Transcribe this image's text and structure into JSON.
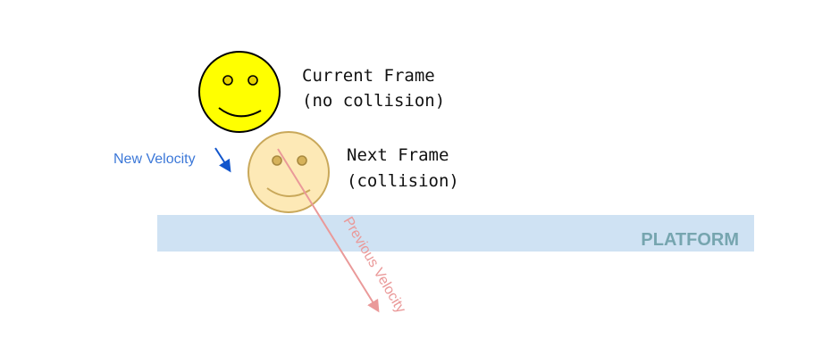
{
  "labels": {
    "current_frame_line1": "Current Frame",
    "current_frame_line2": "(no collision)",
    "next_frame_line1": "Next Frame",
    "next_frame_line2": "(collision)",
    "new_velocity": "New Velocity",
    "previous_velocity": "Previous Velocity",
    "platform": "PLATFORM"
  },
  "icons": {
    "current_face": "smiley-face-icon",
    "next_face": "faded-smiley-face-icon"
  },
  "colors": {
    "current_face_fill": "#ffff00",
    "next_face_fill": "#fde9b6",
    "next_face_stroke": "#c9a85a",
    "platform_fill": "#cfe2f3",
    "platform_text": "#76a5af",
    "new_velocity": "#3c78d8",
    "new_velocity_arrow": "#1155cc",
    "previous_velocity": "#ea9999"
  }
}
